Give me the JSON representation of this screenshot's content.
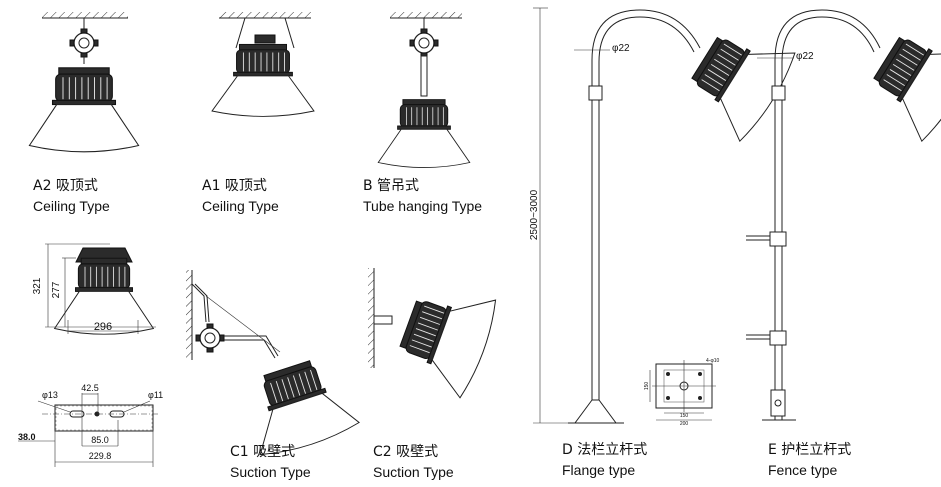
{
  "captions": {
    "a2": {
      "code": "A2 吸顶式",
      "en": "Ceiling Type"
    },
    "a1": {
      "code": "A1 吸顶式",
      "en": "Ceiling  Type"
    },
    "b": {
      "code": "B 管吊式",
      "en": "Tube hanging Type"
    },
    "c1": {
      "code": "C1 吸壁式",
      "en": "Suction Type"
    },
    "c2": {
      "code": "C2 吸壁式",
      "en": "Suction Type"
    },
    "d": {
      "code": "D 法栏立杆式",
      "en": "Flange type"
    },
    "e": {
      "code": "E 护栏立杆式",
      "en": "Fence type"
    }
  },
  "dimensions": {
    "height_outer": "321",
    "height_inner": "277",
    "width": "296",
    "pole_height": "2500~3000",
    "pole_dia_d": "φ22",
    "pole_dia_e": "φ22",
    "hole_left": "φ13",
    "hole_right": "φ11",
    "bracket_a": "42.5",
    "bracket_b": "85.0",
    "bracket_total": "229.8",
    "bracket_thick": "38.0",
    "flange_outer": "200",
    "flange_inner": "150",
    "flange_hole": "4-φ10"
  }
}
